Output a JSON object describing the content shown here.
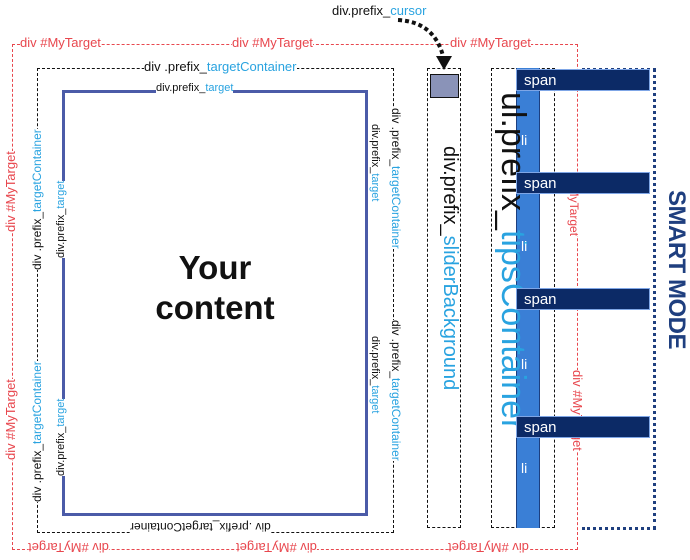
{
  "labels": {
    "cursor": {
      "prefix": "div.prefix_",
      "name": "cursor"
    },
    "my_target": "div #MyTarget",
    "my_target_short": "#MyTarget",
    "target_container": {
      "prefix": "div .prefix_",
      "name": "targetContainer"
    },
    "target_container_bottom": "div .prefix_targetContainer",
    "target": {
      "prefix": "div.prefix_",
      "name": "target"
    },
    "target_side": {
      "prefix": "div.prefix_",
      "name": "target"
    },
    "target_container_side": {
      "prefix": "div .prefix_",
      "name": "targetContainer"
    },
    "slider_background": {
      "prefix": "div.prefix_",
      "name": "sliderBackground"
    },
    "tips_container": {
      "prefix": "ul.prefix_",
      "name": "tipsContainer"
    },
    "span": "span",
    "li": "li",
    "smart_mode": "SMART MODE"
  },
  "content": {
    "line1": "Your",
    "line2": "content"
  },
  "colors": {
    "my_target_red": "#e8474e",
    "highlight_blue": "#29a3e0",
    "target_border": "#4b5ba8",
    "span_fill": "#0c2a66",
    "li_fill": "#3a7fd6",
    "smart_mode": "#1f3f7f"
  }
}
